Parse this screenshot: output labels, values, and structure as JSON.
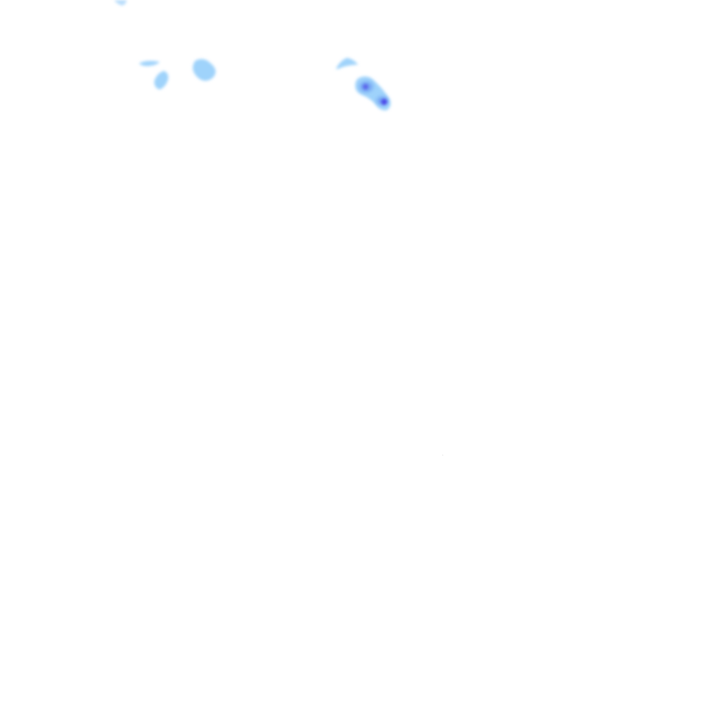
{
  "overlay": {
    "kind": "click-heatmap",
    "background_color": "#ffffff",
    "colors": {
      "low": "#9fd3fb",
      "mid": "#6b9cf2",
      "high": "#4b47e8"
    },
    "hotspots": [
      {
        "name": "hotspot-top-edge",
        "intensity": 0.15
      },
      {
        "name": "hotspot-left-dash",
        "intensity": 0.2
      },
      {
        "name": "hotspot-left-drop",
        "intensity": 0.25
      },
      {
        "name": "hotspot-center-left-blob",
        "intensity": 0.3
      },
      {
        "name": "hotspot-center-right-arc",
        "intensity": 0.25
      },
      {
        "name": "hotspot-right-cluster",
        "intensity": 0.6
      },
      {
        "name": "hotspot-right-cluster-peak-a",
        "intensity": 0.85
      },
      {
        "name": "hotspot-right-cluster-peak-b",
        "intensity": 1.0
      }
    ]
  }
}
